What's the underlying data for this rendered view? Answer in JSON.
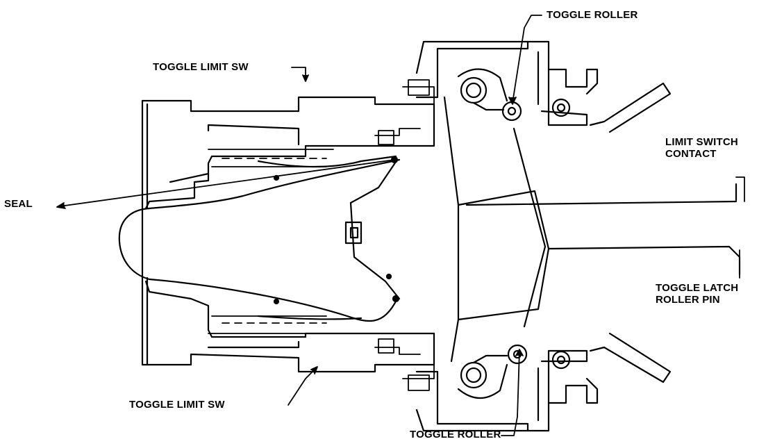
{
  "diagram": {
    "labels": {
      "toggle_roller_top": "TOGGLE ROLLER",
      "toggle_limit_sw_top": "TOGGLE LIMIT SW",
      "limit_switch_contact": [
        "LIMIT SWITCH",
        "CONTACT"
      ],
      "seal": "SEAL",
      "toggle_latch_roller_pin": [
        "TOGGLE LATCH",
        "ROLLER PIN"
      ],
      "toggle_limit_sw_bottom": "TOGGLE LIMIT SW",
      "toggle_roller_bottom": "TOGGLE ROLLER"
    },
    "colors": {
      "ink": "#000000",
      "background": "#ffffff"
    }
  }
}
